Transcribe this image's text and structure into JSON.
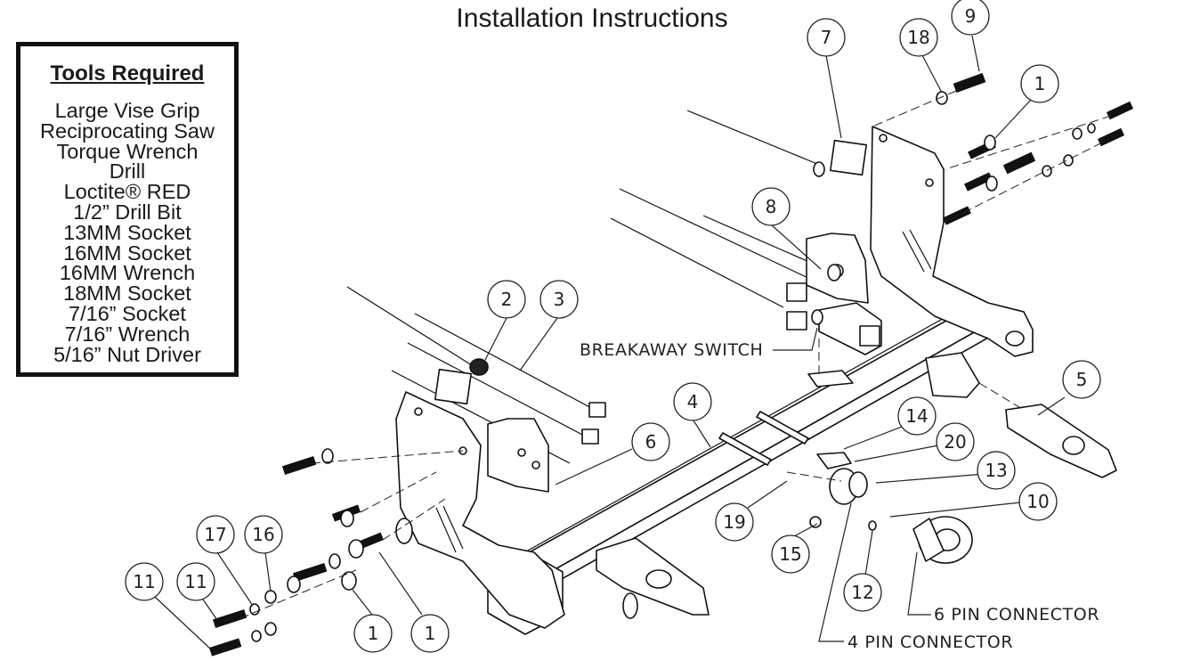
{
  "header": {
    "title": "Installation Instructions"
  },
  "tools": {
    "heading": "Tools Required",
    "items": [
      "Large Vise Grip",
      "Reciprocating Saw",
      "Torque Wrench",
      "Drill",
      "Loctite® RED",
      "1/2” Drill Bit",
      "13MM Socket",
      "16MM Socket",
      "16MM Wrench",
      "18MM Socket",
      "7/16” Socket",
      "7/16” Wrench",
      "5/16” Nut Driver"
    ]
  },
  "diagram": {
    "labels": {
      "breakaway_switch": "BREAKAWAY SWITCH",
      "six_pin": "6 PIN CONNECTOR",
      "four_pin": "4 PIN CONNECTOR"
    },
    "callouts": [
      "7",
      "18",
      "9",
      "1",
      "8",
      "2",
      "3",
      "5",
      "4",
      "14",
      "6",
      "20",
      "13",
      "10",
      "19",
      "15",
      "12",
      "17",
      "16",
      "11",
      "11",
      "1",
      "1"
    ]
  }
}
